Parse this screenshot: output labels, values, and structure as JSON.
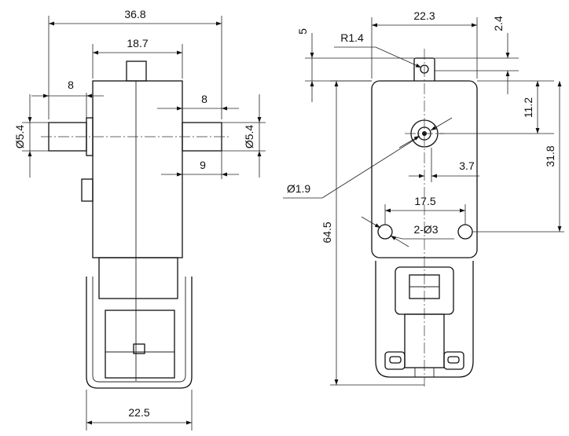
{
  "left_view": {
    "overall_width": "36.8",
    "gearbox_width": "18.7",
    "shaft_left_length": "8",
    "shaft_right_length": "8",
    "shaft_left_diameter": "Ø5.4",
    "shaft_right_diameter": "Ø5.4",
    "flat_length": "9",
    "motor_width": "22.5"
  },
  "right_view": {
    "top_width": "22.3",
    "top_offset": "2.4",
    "tab_height": "5",
    "tab_radius": "R1.4",
    "shaft_offset": "11.2",
    "hole_spacing_height": "31.8",
    "hub_diameter": "Ø1.9",
    "hub_offset": "3.7",
    "hole_spacing": "17.5",
    "mount_holes": "2-Ø3",
    "overall_height": "64.5"
  }
}
